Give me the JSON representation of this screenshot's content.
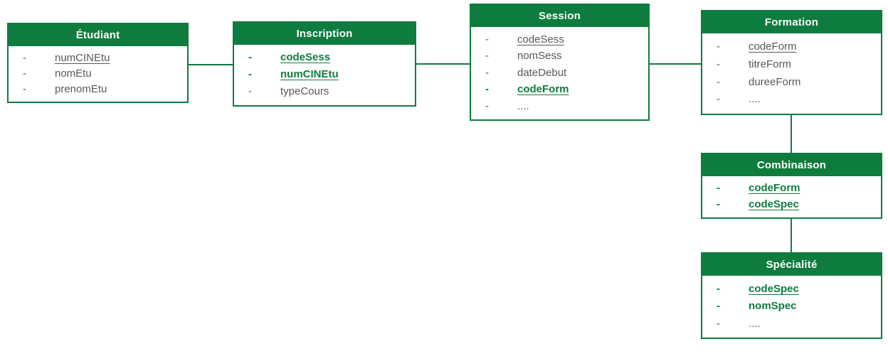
{
  "diagram": {
    "type": "entity-relationship-diagram",
    "colors": {
      "accent_green": "#0E7C3E",
      "attribute_text": "#595959",
      "header_text": "#FFFFFF",
      "background": "#FFFFFF"
    },
    "entities": [
      {
        "id": "etudiant",
        "title": "Étudiant",
        "attributes": [
          {
            "label": "numCINEtu",
            "underline": true,
            "emphasis": false
          },
          {
            "label": "nomEtu",
            "underline": false,
            "emphasis": false
          },
          {
            "label": "prenomEtu",
            "underline": false,
            "emphasis": false
          }
        ]
      },
      {
        "id": "inscription",
        "title": "Inscription",
        "attributes": [
          {
            "label": "codeSess",
            "underline": true,
            "emphasis": true
          },
          {
            "label": "numCINEtu",
            "underline": true,
            "emphasis": true
          },
          {
            "label": "typeCours",
            "underline": false,
            "emphasis": false
          }
        ]
      },
      {
        "id": "session",
        "title": "Session",
        "attributes": [
          {
            "label": "codeSess",
            "underline": true,
            "emphasis": false
          },
          {
            "label": "nomSess",
            "underline": false,
            "emphasis": false
          },
          {
            "label": "dateDebut",
            "underline": false,
            "emphasis": false
          },
          {
            "label": "codeForm",
            "underline": true,
            "emphasis": true
          },
          {
            "label": "....",
            "underline": false,
            "emphasis": false
          }
        ]
      },
      {
        "id": "formation",
        "title": "Formation",
        "attributes": [
          {
            "label": "codeForm",
            "underline": true,
            "emphasis": false
          },
          {
            "label": "titreForm",
            "underline": false,
            "emphasis": false
          },
          {
            "label": "dureeForm",
            "underline": false,
            "emphasis": false
          },
          {
            "label": "....",
            "underline": false,
            "emphasis": false
          }
        ]
      },
      {
        "id": "combinaison",
        "title": "Combinaison",
        "attributes": [
          {
            "label": "codeForm",
            "underline": true,
            "emphasis": true
          },
          {
            "label": "codeSpec",
            "underline": true,
            "emphasis": true
          }
        ]
      },
      {
        "id": "specialite",
        "title": "Spécialité",
        "attributes": [
          {
            "label": "codeSpec",
            "underline": true,
            "emphasis": true
          },
          {
            "label": "nomSpec",
            "underline": false,
            "emphasis": true
          },
          {
            "label": "....",
            "underline": false,
            "emphasis": false
          }
        ]
      }
    ],
    "relationships": [
      {
        "from": "Étudiant",
        "to": "Inscription"
      },
      {
        "from": "Inscription",
        "to": "Session"
      },
      {
        "from": "Session",
        "to": "Formation"
      },
      {
        "from": "Formation",
        "to": "Combinaison"
      },
      {
        "from": "Combinaison",
        "to": "Spécialité"
      }
    ]
  }
}
